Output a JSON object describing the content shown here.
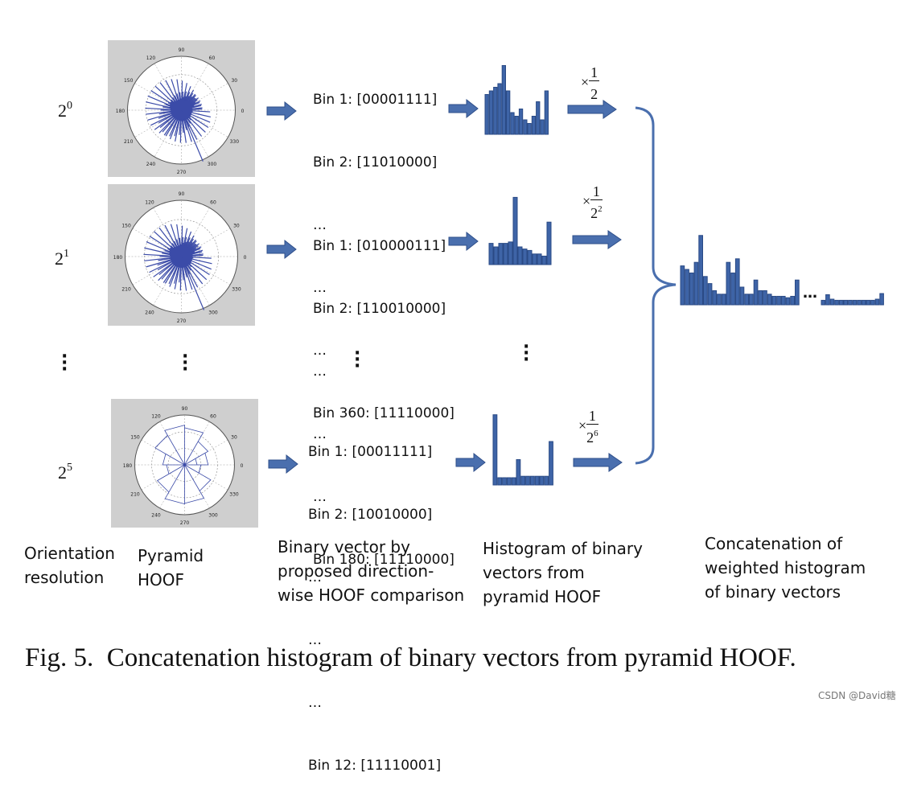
{
  "levels": [
    {
      "base": "2",
      "exp": "0",
      "bins": [
        "Bin 1: [00001111]",
        "Bin 2: [11010000]",
        "…",
        "…",
        "…",
        "Bin 360: [11110000]"
      ],
      "weight_num": "1",
      "weight_base": "2",
      "weight_exp": ""
    },
    {
      "base": "2",
      "exp": "1",
      "bins": [
        "Bin 1: [010000111]",
        "Bin 2: [110010000]",
        "…",
        "…",
        "…",
        "Bin 180: [11110000]"
      ],
      "weight_num": "1",
      "weight_base": "2",
      "weight_exp": "2"
    },
    {
      "base": "2",
      "exp": "5",
      "bins": [
        "Bin 1: [00011111]",
        "Bin 2: [10010000]",
        "…",
        "…",
        "…",
        "Bin 12: [11110001]"
      ],
      "weight_num": "1",
      "weight_base": "2",
      "weight_exp": "6"
    }
  ],
  "polar_ticks": {
    "angles": [
      "90",
      "60",
      "30",
      "0",
      "330",
      "300",
      "270",
      "240",
      "210",
      "180",
      "150",
      "120"
    ]
  },
  "weight_symbol": "×",
  "ellipsis": "…",
  "column_labels": {
    "orientation": "Orientation\nresolution",
    "pyramid": "Pyramid\nHOOF",
    "binary": "Binary vector by\nproposed direction-\nwise HOOF comparison",
    "histogram": "Histogram of binary\nvectors from\npyramid HOOF",
    "concat": "Concatenation of\nweighted histogram\nof binary vectors"
  },
  "caption": "Fig. 5.  Concatenation histogram of binary vectors from pyramid HOOF.",
  "watermark": "CSDN @David糖",
  "colors": {
    "bar_fill": "#3e64a7",
    "bar_stroke": "#2a4a85",
    "arrow": "#4a6fae",
    "polar_bg": "#cfcfcf",
    "polar_line": "#3b4ba8"
  }
}
